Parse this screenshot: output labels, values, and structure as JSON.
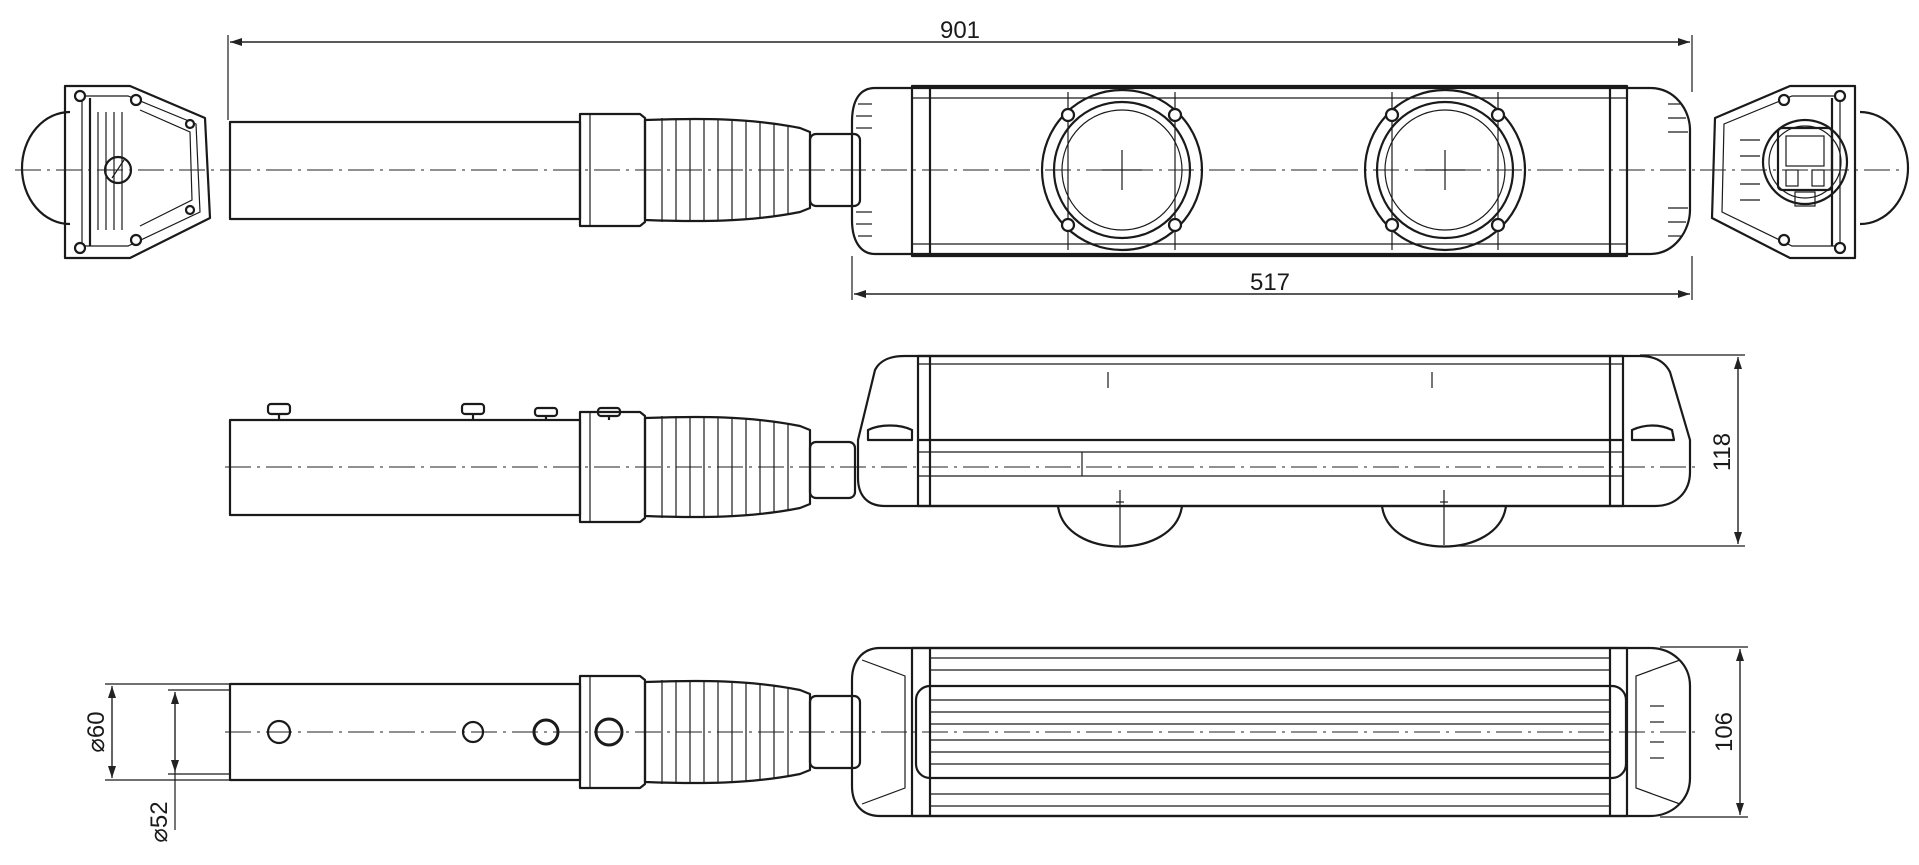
{
  "drawing": {
    "dimensions": {
      "overall_length": "901",
      "head_length": "517",
      "side_height": "118",
      "bottom_height": "106",
      "pipe_outer_dia": "⌀60",
      "pipe_inner_dia": "⌀52"
    },
    "views": [
      "top-view",
      "side-view",
      "bottom-view",
      "left-end-view",
      "right-end-view"
    ],
    "colors": {
      "line": "#1a1a1a",
      "background": "#ffffff"
    }
  }
}
